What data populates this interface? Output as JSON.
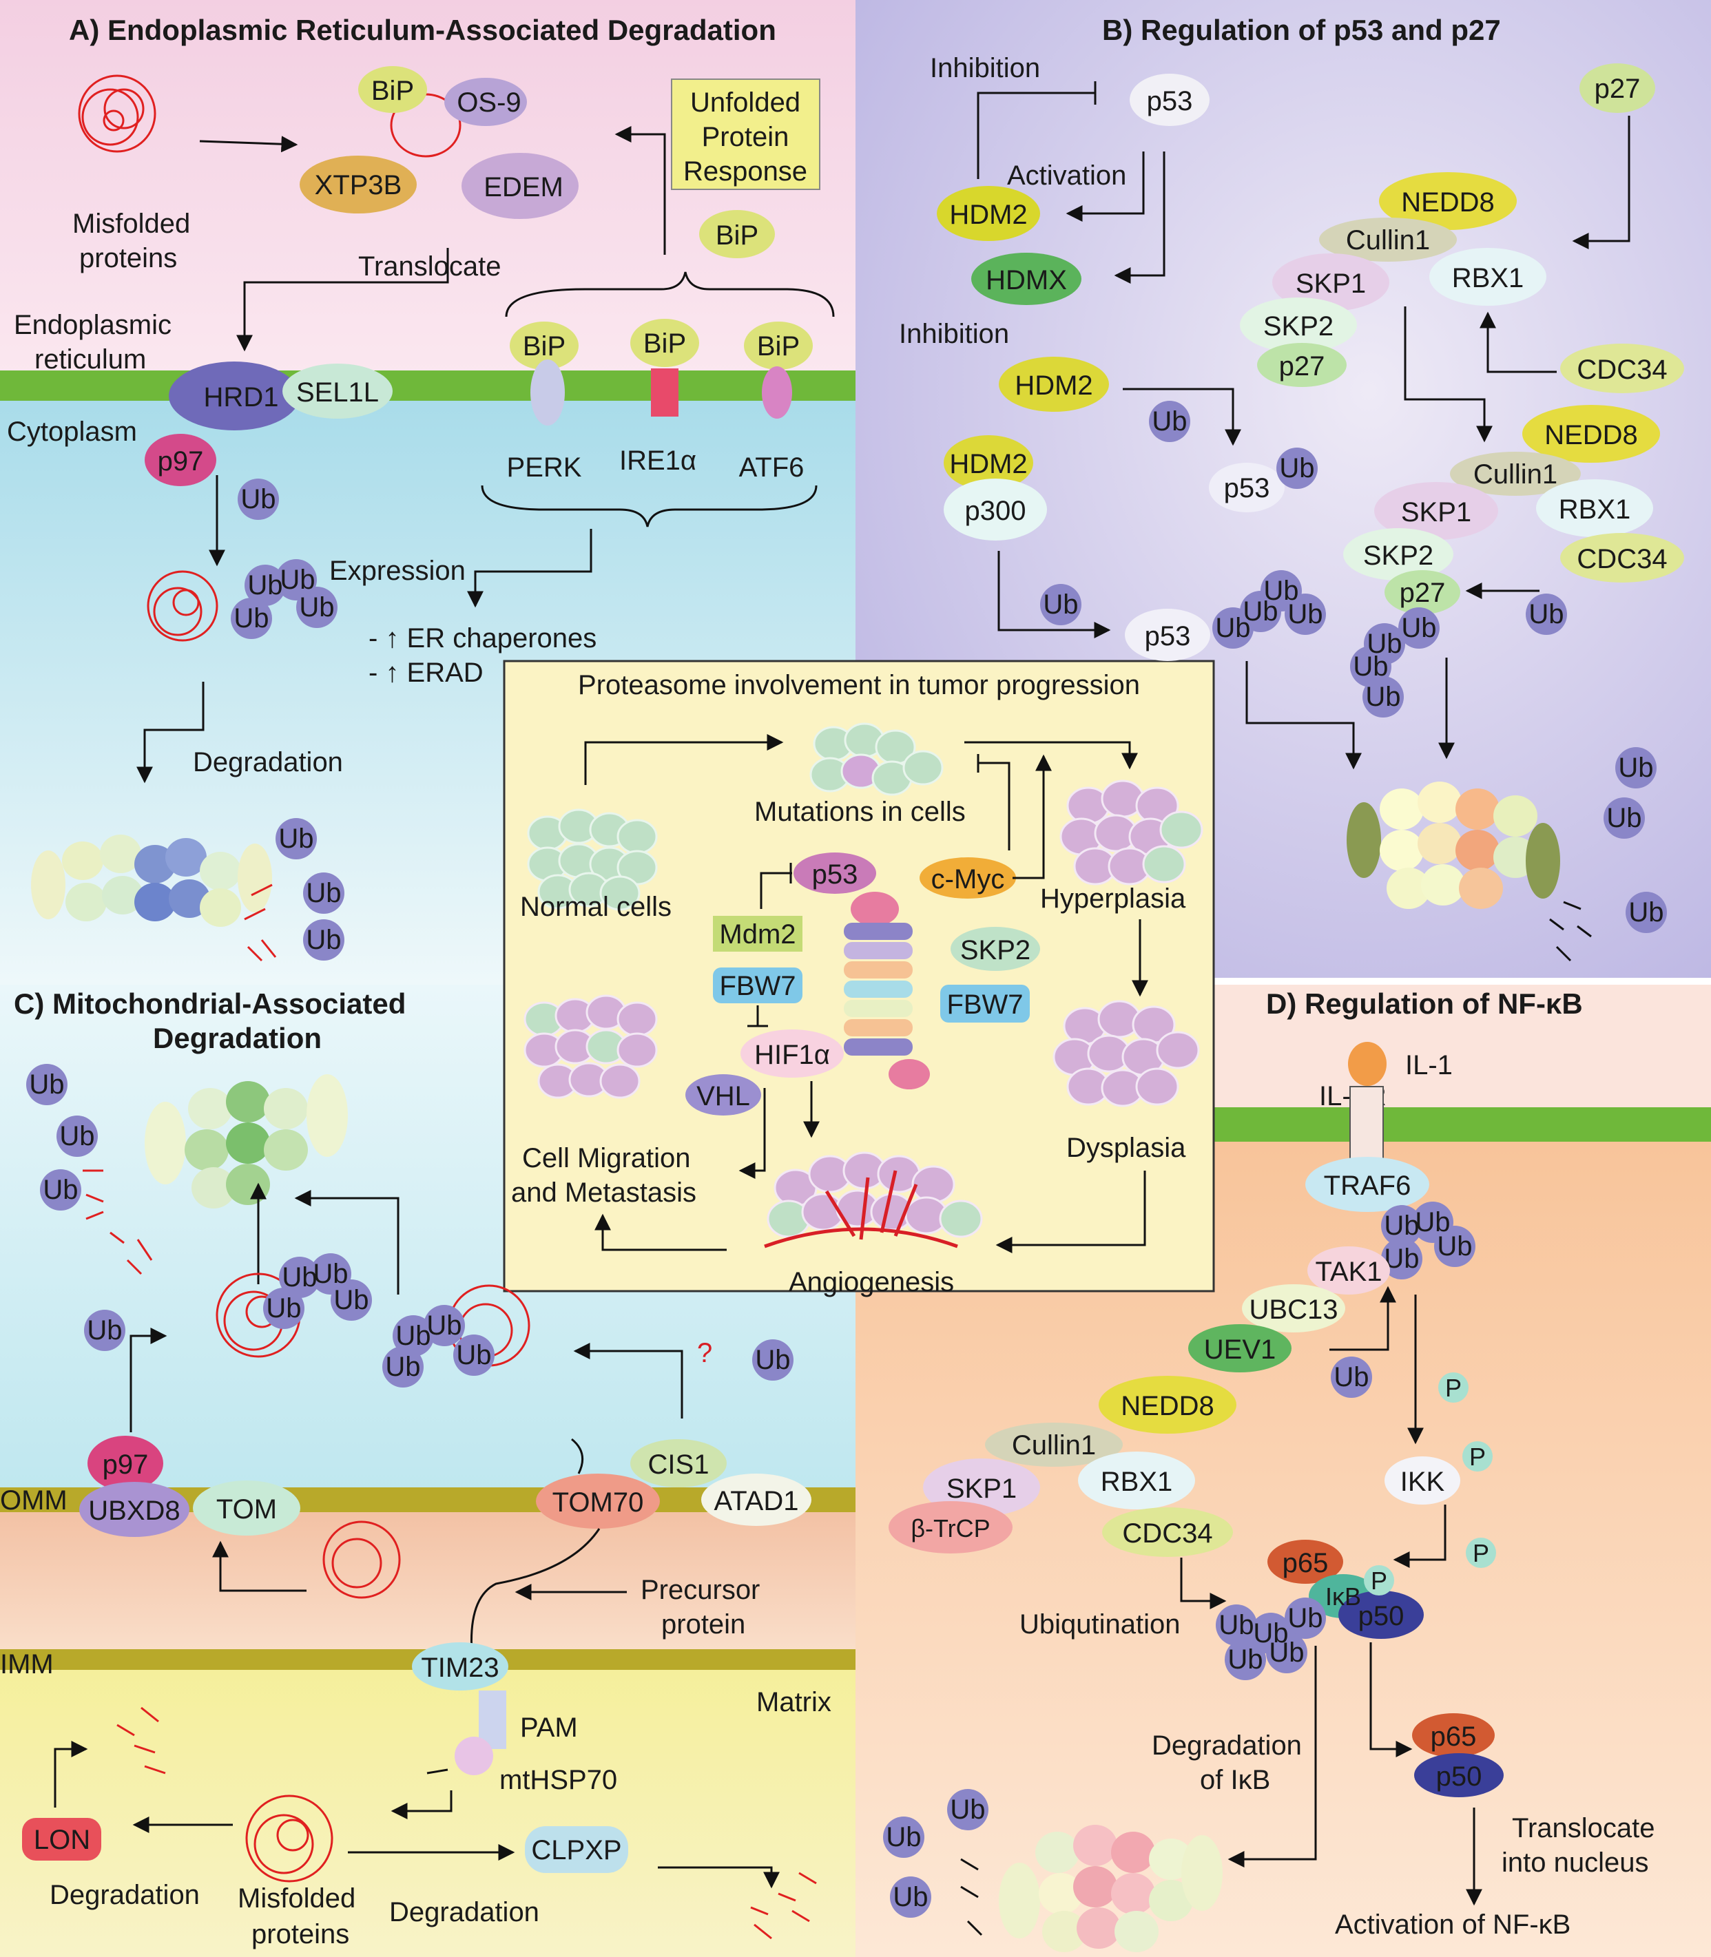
{
  "panels": {
    "A": {
      "title": "A) Endoplasmic Reticulum-Associated Degradation",
      "labels": {
        "misfolded_1": "Misfolded",
        "misfolded_2": "proteins",
        "translocate": "Translocate",
        "er_1": "Endoplasmic",
        "er_2": "reticulum",
        "cytoplasm": "Cytoplasm",
        "upr_1": "Unfolded",
        "upr_2": "Protein",
        "upr_3": "Response",
        "expression": "Expression",
        "er_chaperones": "ER chaperones",
        "erad": "ERAD",
        "degradation": "Degradation",
        "perk": "PERK",
        "ire1a": "IRE1α",
        "atf6": "ATF6"
      },
      "proteins": {
        "bip": "BiP",
        "os9": "OS-9",
        "xtp3b": "XTP3B",
        "edem": "EDEM",
        "hrd1": "HRD1",
        "sel1l": "SEL1L",
        "p97": "p97",
        "ub": "Ub"
      }
    },
    "B": {
      "title": "B) Regulation of p53 and p27",
      "labels": {
        "inhibition_1": "Inhibition",
        "activation": "Activation",
        "inhibition_2": "Inhibition"
      },
      "proteins": {
        "p53": "p53",
        "p27": "p27",
        "hdm2": "HDM2",
        "hdmx": "HDMX",
        "nedd8": "NEDD8",
        "cullin1": "Cullin1",
        "skp1": "SKP1",
        "rbx1": "RBX1",
        "skp2": "SKP2",
        "cdc34": "CDC34",
        "p300": "p300",
        "ub": "Ub"
      }
    },
    "C": {
      "title_1": "C) Mitochondrial-Associated",
      "title_2": "Degradation",
      "labels": {
        "omm": "OMM",
        "imm": "IMM",
        "matrix": "Matrix",
        "precursor_1": "Precursor",
        "precursor_2": "protein",
        "question": "?",
        "pam": "PAM",
        "mthsp70": "mtHSP70",
        "degradation": "Degradation",
        "misfolded_1": "Misfolded",
        "misfolded_2": "proteins"
      },
      "proteins": {
        "p97": "p97",
        "ubxd8": "UBXD8",
        "tom": "TOM",
        "tom70": "TOM70",
        "cis1": "CIS1",
        "atad1": "ATAD1",
        "tim23": "TIM23",
        "lon": "LON",
        "clpxp": "CLPXP",
        "ub": "Ub"
      }
    },
    "D": {
      "title": "D) Regulation of NF-κB",
      "labels": {
        "il1": "IL-1",
        "il1r": "IL-1R",
        "ubiquitination": "Ubiqutination",
        "deg_ikb_1": "Degradation",
        "deg_ikb_2": "of IκB",
        "translocate_1": "Translocate",
        "translocate_2": "into nucleus",
        "activation": "Activation of NF-κB"
      },
      "proteins": {
        "traf6": "TRAF6",
        "tak1": "TAK1",
        "ubc13": "UBC13",
        "uev1": "UEV1",
        "nedd8": "NEDD8",
        "cullin1": "Cullin1",
        "skp1": "SKP1",
        "rbx1": "RBX1",
        "btrcp": "β-TrCP",
        "cdc34": "CDC34",
        "ikk": "IKK",
        "p65": "p65",
        "ikb": "IκB",
        "p50": "p50",
        "p": "P",
        "ub": "Ub"
      }
    },
    "center": {
      "title": "Proteasome involvement in tumor progression",
      "labels": {
        "mutations": "Mutations in cells",
        "normal": "Normal cells",
        "hyperplasia": "Hyperplasia",
        "dysplasia": "Dysplasia",
        "migration_1": "Cell Migration",
        "migration_2": "and Metastasis",
        "angiogenesis": "Angiogenesis"
      },
      "proteins": {
        "p53": "p53",
        "cmyc": "c-Myc",
        "mdm2": "Mdm2",
        "fbw7": "FBW7",
        "skp2": "SKP2",
        "hif1a": "HIF1α",
        "vhl": "VHL"
      }
    }
  },
  "colors": {
    "panel_a_top": "#f6d4e3",
    "panel_a_bottom": "#bfe6f0",
    "panel_b": "#c8c4e8",
    "panel_c_top": "#c9ecf2",
    "panel_c_mid": "#f5c6a8",
    "panel_c_bottom": "#f2eb9e",
    "panel_d_top": "#fbe3da",
    "panel_d_bottom": "#f7c9a4",
    "center_box": "#fbf3c2",
    "membrane_green": "#71b83e",
    "membrane_olive": "#b9ad2a",
    "ub": "#8a86c8",
    "misfolded": "#e02020"
  }
}
